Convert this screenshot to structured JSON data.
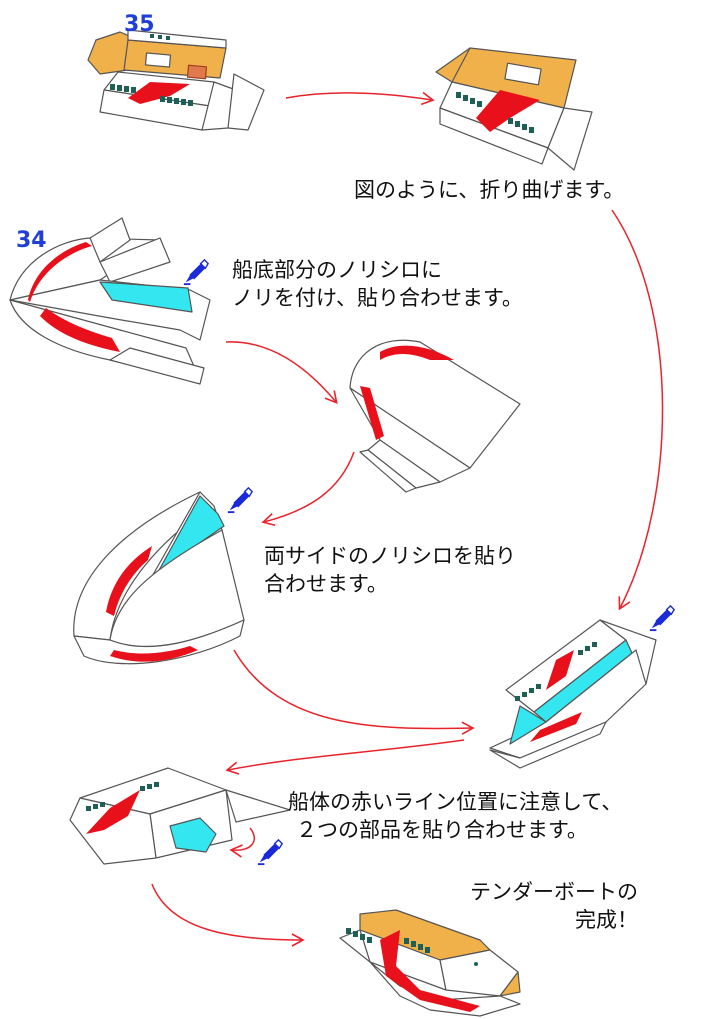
{
  "steps": {
    "step35": {
      "number": "35"
    },
    "step34": {
      "number": "34"
    }
  },
  "captions": {
    "fold": [
      "図のように、折り曲げます。"
    ],
    "bottom_glue": [
      "船底部分のノリシロに",
      "ノリを付け、貼り合わせます。"
    ],
    "side_glue": [
      "両サイドのノリシロを貼り",
      "合わせます。"
    ],
    "join_parts": [
      "船体の赤いライン位置に注意して、",
      "２つの部品を貼り合わせます。"
    ],
    "complete": [
      "テンダーボートの",
      "完成！"
    ]
  },
  "colors": {
    "arrow": "#e8232a",
    "red_stripe": "#e8101a",
    "glue_area": "#33e6f0",
    "roof": "#f0b04a",
    "window": "#1e5f57",
    "outline": "#555555",
    "glue_icon": "#1a2ad8",
    "step_number": "#1f3fd8"
  },
  "icons": [
    "glue-bottle-icon"
  ]
}
